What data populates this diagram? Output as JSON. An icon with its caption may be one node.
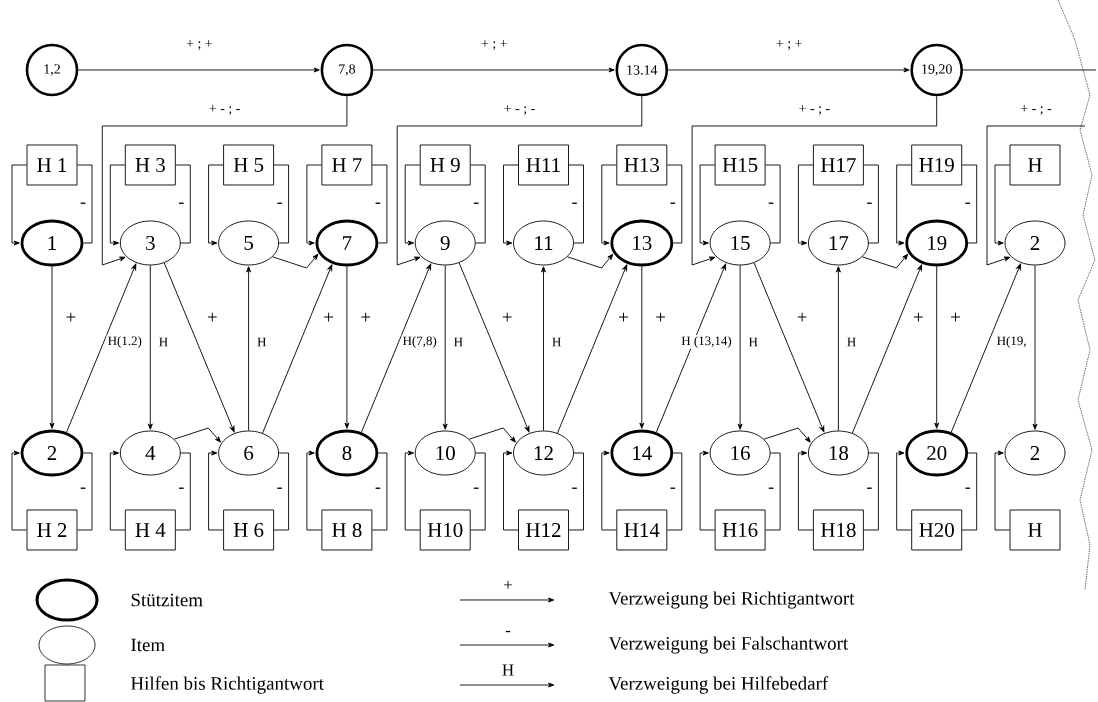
{
  "diagram": {
    "nodes": [
      {
        "text": [
          "1,2"
        ]
      },
      {
        "text": [
          "7,8"
        ]
      },
      {
        "text": [
          "13.14"
        ]
      },
      {
        "text": [
          "19,20"
        ]
      },
      {
        "text": [
          "H 1"
        ]
      },
      {
        "text": [
          "H 3"
        ]
      },
      {
        "text": [
          "H 5"
        ]
      },
      {
        "text": [
          "H 7"
        ]
      },
      {
        "text": [
          "H 9"
        ]
      },
      {
        "text": [
          "H11"
        ]
      },
      {
        "text": [
          "H13"
        ]
      },
      {
        "text": [
          "H15"
        ]
      },
      {
        "text": [
          "H17"
        ]
      },
      {
        "text": [
          "H19"
        ]
      },
      {
        "text": [
          "H"
        ]
      },
      {
        "text": [
          "1"
        ]
      },
      {
        "text": [
          "3"
        ]
      },
      {
        "text": [
          "5"
        ]
      },
      {
        "text": [
          "7"
        ]
      },
      {
        "text": [
          "9"
        ]
      },
      {
        "text": [
          "11"
        ]
      },
      {
        "text": [
          "13"
        ]
      },
      {
        "text": [
          "15"
        ]
      },
      {
        "text": [
          "17"
        ]
      },
      {
        "text": [
          "19"
        ]
      },
      {
        "text": [
          "2"
        ]
      },
      {
        "text": [
          "2"
        ]
      },
      {
        "text": [
          "4"
        ]
      },
      {
        "text": [
          "6"
        ]
      },
      {
        "text": [
          "8"
        ]
      },
      {
        "text": [
          "10"
        ]
      },
      {
        "text": [
          "12"
        ]
      },
      {
        "text": [
          "14"
        ]
      },
      {
        "text": [
          "16"
        ]
      },
      {
        "text": [
          "18"
        ]
      },
      {
        "text": [
          "20"
        ]
      },
      {
        "text": [
          "2"
        ]
      },
      {
        "text": [
          "H 2"
        ]
      },
      {
        "text": [
          "H 4"
        ]
      },
      {
        "text": [
          "H 6"
        ]
      },
      {
        "text": [
          "H 8"
        ]
      },
      {
        "text": [
          "H10"
        ]
      },
      {
        "text": [
          "H12"
        ]
      },
      {
        "text": [
          "H14"
        ]
      },
      {
        "text": [
          "H16"
        ]
      },
      {
        "text": [
          "H18"
        ]
      },
      {
        "text": [
          "H20"
        ]
      },
      {
        "text": [
          "H"
        ]
      }
    ],
    "edges": [
      {
        "from": 0,
        "to": 1,
        "arrow": "to",
        "label": "+ ; +"
      },
      {
        "from": 1,
        "to": 2,
        "arrow": "to",
        "label": "+ ; +"
      },
      {
        "from": 2,
        "to": 3,
        "arrow": "to",
        "label": "+ ; +"
      },
      {
        "from": 3,
        "to": null,
        "arrow": "none"
      },
      {
        "from": 1,
        "to": 16,
        "arrow": "to",
        "label": "+ - ; -"
      },
      {
        "from": 2,
        "to": 19,
        "arrow": "to",
        "label": "+ - ; -"
      },
      {
        "from": 3,
        "to": 22,
        "arrow": "to",
        "label": "+ - ; -"
      },
      {
        "from": null,
        "to": 25,
        "arrow": "to",
        "label": "+ - ; -"
      },
      {
        "from": 15,
        "to": 4,
        "arrow": "none",
        "label": "-"
      },
      {
        "from": 4,
        "to": 15,
        "arrow": "to"
      },
      {
        "from": 16,
        "to": 5,
        "arrow": "none",
        "label": "-"
      },
      {
        "from": 5,
        "to": 16,
        "arrow": "to"
      },
      {
        "from": 17,
        "to": 6,
        "arrow": "none",
        "label": "-"
      },
      {
        "from": 6,
        "to": 17,
        "arrow": "to"
      },
      {
        "from": 18,
        "to": 7,
        "arrow": "none",
        "label": "-"
      },
      {
        "from": 7,
        "to": 18,
        "arrow": "to"
      },
      {
        "from": 19,
        "to": 8,
        "arrow": "none",
        "label": "-"
      },
      {
        "from": 8,
        "to": 19,
        "arrow": "to"
      },
      {
        "from": 20,
        "to": 9,
        "arrow": "none",
        "label": "-"
      },
      {
        "from": 9,
        "to": 20,
        "arrow": "to"
      },
      {
        "from": 21,
        "to": 10,
        "arrow": "none",
        "label": "-"
      },
      {
        "from": 10,
        "to": 21,
        "arrow": "to"
      },
      {
        "from": 22,
        "to": 11,
        "arrow": "none",
        "label": "-"
      },
      {
        "from": 11,
        "to": 22,
        "arrow": "to"
      },
      {
        "from": 23,
        "to": 12,
        "arrow": "none",
        "label": "-"
      },
      {
        "from": 12,
        "to": 23,
        "arrow": "to"
      },
      {
        "from": 24,
        "to": 13,
        "arrow": "none",
        "label": "-"
      },
      {
        "from": 13,
        "to": 24,
        "arrow": "to"
      },
      {
        "from": 14,
        "to": 25,
        "arrow": "to"
      },
      {
        "from": 26,
        "to": 37,
        "arrow": "none",
        "label": "-"
      },
      {
        "from": 37,
        "to": 26,
        "arrow": "to"
      },
      {
        "from": 27,
        "to": 38,
        "arrow": "none",
        "label": "-"
      },
      {
        "from": 38,
        "to": 27,
        "arrow": "to"
      },
      {
        "from": 28,
        "to": 39,
        "arrow": "none",
        "label": "-"
      },
      {
        "from": 39,
        "to": 28,
        "arrow": "to"
      },
      {
        "from": 29,
        "to": 40,
        "arrow": "none",
        "label": "-"
      },
      {
        "from": 40,
        "to": 29,
        "arrow": "to"
      },
      {
        "from": 30,
        "to": 41,
        "arrow": "none",
        "label": "-"
      },
      {
        "from": 41,
        "to": 30,
        "arrow": "to"
      },
      {
        "from": 31,
        "to": 42,
        "arrow": "none",
        "label": "-"
      },
      {
        "from": 42,
        "to": 31,
        "arrow": "to"
      },
      {
        "from": 32,
        "to": 43,
        "arrow": "none",
        "label": "-"
      },
      {
        "from": 43,
        "to": 32,
        "arrow": "to"
      },
      {
        "from": 33,
        "to": 44,
        "arrow": "none",
        "label": "-"
      },
      {
        "from": 44,
        "to": 33,
        "arrow": "to"
      },
      {
        "from": 34,
        "to": 45,
        "arrow": "none",
        "label": "-"
      },
      {
        "from": 45,
        "to": 34,
        "arrow": "to"
      },
      {
        "from": 35,
        "to": 46,
        "arrow": "none",
        "label": "-"
      },
      {
        "from": 46,
        "to": 35,
        "arrow": "to"
      },
      {
        "from": 47,
        "to": 36,
        "arrow": "to"
      },
      {
        "from": 15,
        "to": 26,
        "arrow": "to",
        "label": "+"
      },
      {
        "from": 26,
        "to": 16,
        "arrow": "to",
        "label": "H(1.2)"
      },
      {
        "from": 16,
        "to": 27,
        "arrow": "to",
        "label": "H"
      },
      {
        "from": 16,
        "to": 28,
        "arrow": "to",
        "label": "+"
      },
      {
        "from": 27,
        "to": 28,
        "arrow": "to"
      },
      {
        "from": 28,
        "to": 17,
        "arrow": "to",
        "label": "H"
      },
      {
        "from": 28,
        "to": 18,
        "arrow": "to",
        "label": "+"
      },
      {
        "from": 17,
        "to": 18,
        "arrow": "to"
      },
      {
        "from": 18,
        "to": 29,
        "arrow": "to",
        "label": "+"
      },
      {
        "from": 29,
        "to": 19,
        "arrow": "to",
        "label": "H(7,8)"
      },
      {
        "from": 19,
        "to": 30,
        "arrow": "to",
        "label": "H"
      },
      {
        "from": 19,
        "to": 31,
        "arrow": "to",
        "label": "+"
      },
      {
        "from": 30,
        "to": 31,
        "arrow": "to"
      },
      {
        "from": 31,
        "to": 20,
        "arrow": "to",
        "label": "H"
      },
      {
        "from": 31,
        "to": 21,
        "arrow": "to",
        "label": "+"
      },
      {
        "from": 20,
        "to": 21,
        "arrow": "to"
      },
      {
        "from": 21,
        "to": 32,
        "arrow": "to",
        "label": "+"
      },
      {
        "from": 32,
        "to": 22,
        "arrow": "to",
        "label": "H (13,14)"
      },
      {
        "from": 22,
        "to": 33,
        "arrow": "to",
        "label": "H"
      },
      {
        "from": 22,
        "to": 34,
        "arrow": "to",
        "label": "+"
      },
      {
        "from": 33,
        "to": 34,
        "arrow": "to"
      },
      {
        "from": 34,
        "to": 23,
        "arrow": "to",
        "label": "H"
      },
      {
        "from": 34,
        "to": 24,
        "arrow": "to",
        "label": "+"
      },
      {
        "from": 23,
        "to": 24,
        "arrow": "to"
      },
      {
        "from": 24,
        "to": 35,
        "arrow": "to",
        "label": "+"
      },
      {
        "from": 35,
        "to": 25,
        "arrow": "to",
        "label": "H(19,"
      },
      {
        "from": 25,
        "to": 36,
        "arrow": "to"
      }
    ],
    "labels": [
      "+",
      "-",
      "H"
    ],
    "legend": [
      {
        "text": "Stützitem"
      },
      {
        "text": "Verzweigung bei Richtigantwort"
      },
      {
        "text": "Item"
      },
      {
        "text": "Verzweigung bei Falschantwort"
      },
      {
        "text": "Hilfen bis Richtigantwort"
      },
      {
        "text": "Verzweigung bei Hilfebedarf"
      }
    ]
  }
}
